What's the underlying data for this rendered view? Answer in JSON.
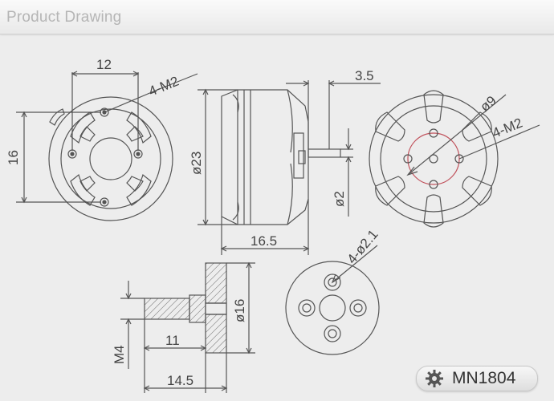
{
  "header": {
    "title": "Product Drawing"
  },
  "badge": {
    "icon": "gear-icon",
    "model": "MN1804"
  },
  "dimensions": {
    "mount_width": "12",
    "mount_height": "16",
    "mount_thread": "4-M2",
    "bell_diameter": "ø23",
    "body_length": "16.5",
    "shaft_diameter": "ø2",
    "shaft_length": "3.5",
    "top_bolt_circle": "ø9",
    "top_thread": "4-M2",
    "prop_flange_diameter": "ø16",
    "prop_thread": "M4",
    "prop_shaft_length": "11",
    "prop_total_length": "14.5",
    "prop_holes": "4-ø2.1"
  },
  "colors": {
    "line": "#555555",
    "accent_circle": "#c0505a",
    "background": "#ededed"
  }
}
